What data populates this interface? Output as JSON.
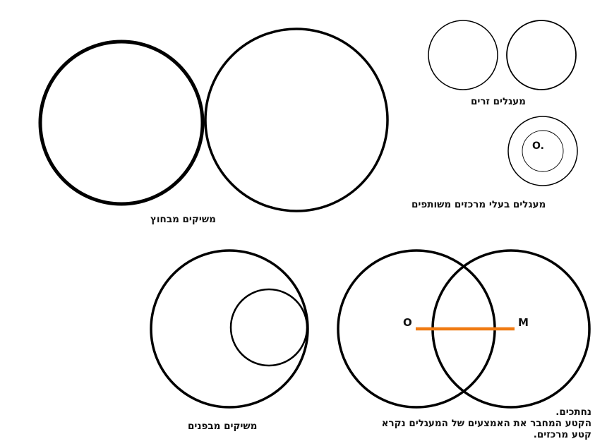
{
  "captions": {
    "external_tangent": "משיקים מבחוץ",
    "disjoint": "מעגלים זרים",
    "concentric": "מעגלים בעלי מרכזים משותפים",
    "internal_tangent": "משיקים מבפנים",
    "intersecting_line1": "נחתכים.",
    "intersecting_line2": "הקטע המחבר את האמצעים של המעגלים נקרא",
    "intersecting_line3": "קטע מרכזים."
  },
  "points": {
    "concentric_center": "O.",
    "intersect_left": "O",
    "intersect_right": "M"
  },
  "colors": {
    "stroke": "#000000",
    "center_segment": "#f07a12"
  }
}
